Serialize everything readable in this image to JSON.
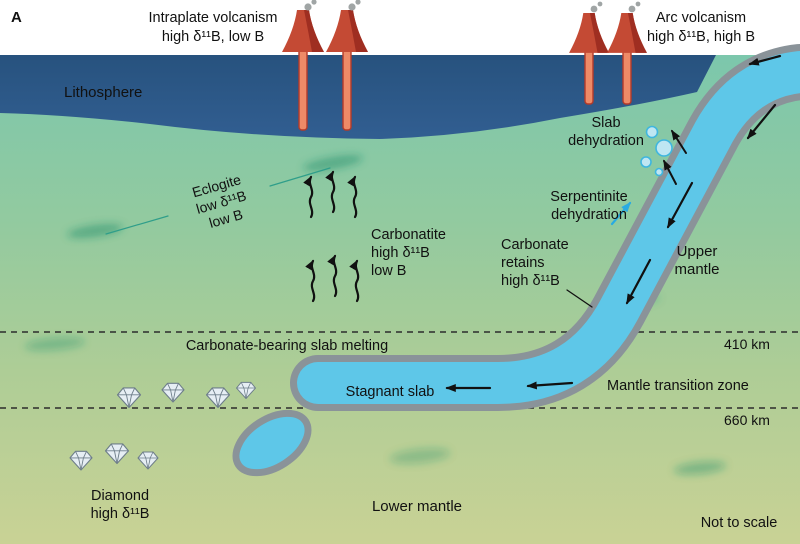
{
  "panel_label": "A",
  "colors": {
    "lithosphere": "#2b5a8c",
    "mantle_top": "#7cc7ac",
    "mantle_bottom": "#c9d295",
    "slab_fill": "#5ec7e8",
    "slab_border": "#8a9399",
    "volcano_red": "#c44a34",
    "eclogite_text": "#2f9e8a",
    "serpentinite_text": "#29abe2",
    "depth_text": "#7d8f80"
  },
  "labels": {
    "intraplate_volcanism": {
      "line1": "Intraplate volcanism",
      "line2": "high δ¹¹B, low B"
    },
    "arc_volcanism": {
      "line1": "Arc volcanism",
      "line2": "high δ¹¹B, high B"
    },
    "lithosphere": "Lithosphere",
    "eclogite": {
      "line1": "Eclogite",
      "line2": "low δ¹¹B",
      "line3": "low B"
    },
    "carbonatite": {
      "line1": "Carbonatite",
      "line2": "high δ¹¹B",
      "line3": "low B"
    },
    "slab_dehydration": {
      "line1": "Slab",
      "line2": "dehydration"
    },
    "serpentinite_dehydration": {
      "line1": "Serpentinite",
      "line2": "dehydration"
    },
    "carbonate_retains": {
      "line1": "Carbonate",
      "line2": "retains",
      "line3": "high δ¹¹B"
    },
    "upper_mantle": {
      "line1": "Upper",
      "line2": "mantle"
    },
    "depth_410": "410 km",
    "mantle_transition_zone": "Mantle transition zone",
    "depth_660": "660 km",
    "slab_melting": "Carbonate-bearing slab melting",
    "stagnant_slab": "Stagnant slab",
    "diamond": {
      "line1": "Diamond",
      "line2": "high δ¹¹B"
    },
    "lower_mantle": "Lower mantle",
    "not_to_scale": "Not to scale"
  }
}
